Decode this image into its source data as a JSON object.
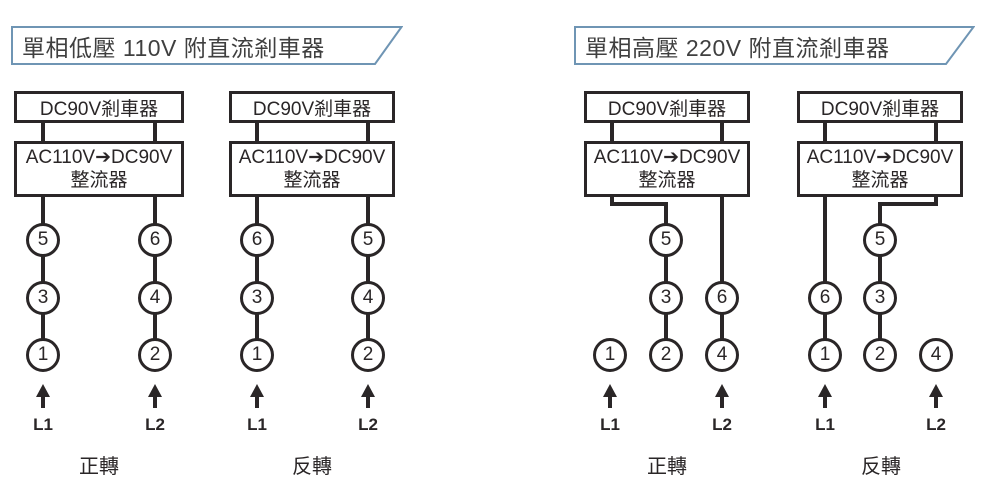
{
  "colors": {
    "line": "#2a2627",
    "title_border": "#6f95b4",
    "title_text": "#3f3f3f"
  },
  "panels": [
    {
      "title": "單相低壓 110V 附直流剎車器",
      "diagrams": [
        {
          "brake_box": "DC90V剎車器",
          "rectifier_line1": "AC110V➔DC90V",
          "rectifier_line2": "整流器",
          "circles": [
            "5",
            "3",
            "1",
            "6",
            "4",
            "2"
          ],
          "inputs": [
            "L1",
            "L2"
          ],
          "caption": "正轉"
        },
        {
          "brake_box": "DC90V剎車器",
          "rectifier_line1": "AC110V➔DC90V",
          "rectifier_line2": "整流器",
          "circles": [
            "6",
            "3",
            "1",
            "5",
            "4",
            "2"
          ],
          "inputs": [
            "L1",
            "L2"
          ],
          "caption": "反轉"
        }
      ]
    },
    {
      "title": "單相高壓 220V 附直流剎車器",
      "diagrams": [
        {
          "brake_box": "DC90V剎車器",
          "rectifier_line1": "AC110V➔DC90V",
          "rectifier_line2": "整流器",
          "circles": [
            "5",
            "3",
            "2",
            "6",
            "4",
            "1"
          ],
          "inputs": [
            "L1",
            "L2"
          ],
          "caption": "正轉"
        },
        {
          "brake_box": "DC90V剎車器",
          "rectifier_line1": "AC110V➔DC90V",
          "rectifier_line2": "整流器",
          "circles": [
            "5",
            "3",
            "2",
            "6",
            "1",
            "4"
          ],
          "inputs": [
            "L1",
            "L2"
          ],
          "caption": "反轉"
        }
      ]
    }
  ]
}
